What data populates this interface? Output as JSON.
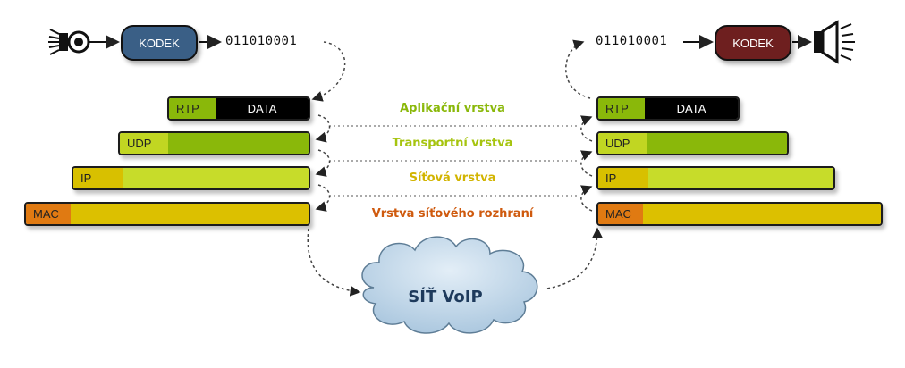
{
  "sender": {
    "codec_label": "KODEK",
    "bits": "011010001",
    "device_icon": "microphone-icon"
  },
  "receiver": {
    "codec_label": "KODEK",
    "bits": "011010001",
    "device_icon": "speaker-icon"
  },
  "layers": {
    "application": "Aplikační vrstva",
    "transport": "Transportní vrstva",
    "network": "Síťová vrstva",
    "link": "Vrstva síťového rozhraní"
  },
  "headers": {
    "rtp": "RTP",
    "data": "DATA",
    "udp": "UDP",
    "ip": "IP",
    "mac": "MAC"
  },
  "network_label": "SÍŤ VoIP",
  "colors": {
    "application": "#8ab80a",
    "transport": "#a6c40f",
    "network": "#d2b400",
    "link": "#cf5a0e",
    "codec_sender": "#3a5f86",
    "codec_receiver": "#6e1f1f",
    "cloud": "#b9d2e6"
  }
}
